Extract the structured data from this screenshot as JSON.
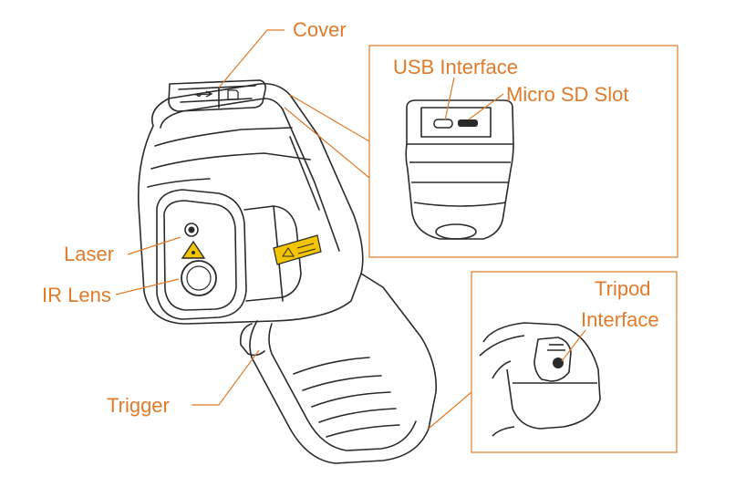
{
  "colors": {
    "accent": "#e07b2a",
    "outline": "#2a2a2a",
    "warning_label": "#f2c500"
  },
  "labels": {
    "cover": "Cover",
    "usb_interface": "USB Interface",
    "micro_sd_slot": "Micro SD Slot",
    "laser": "Laser",
    "ir_lens": "IR Lens",
    "tripod": "Tripod",
    "interface": "Interface",
    "trigger": "Trigger"
  }
}
